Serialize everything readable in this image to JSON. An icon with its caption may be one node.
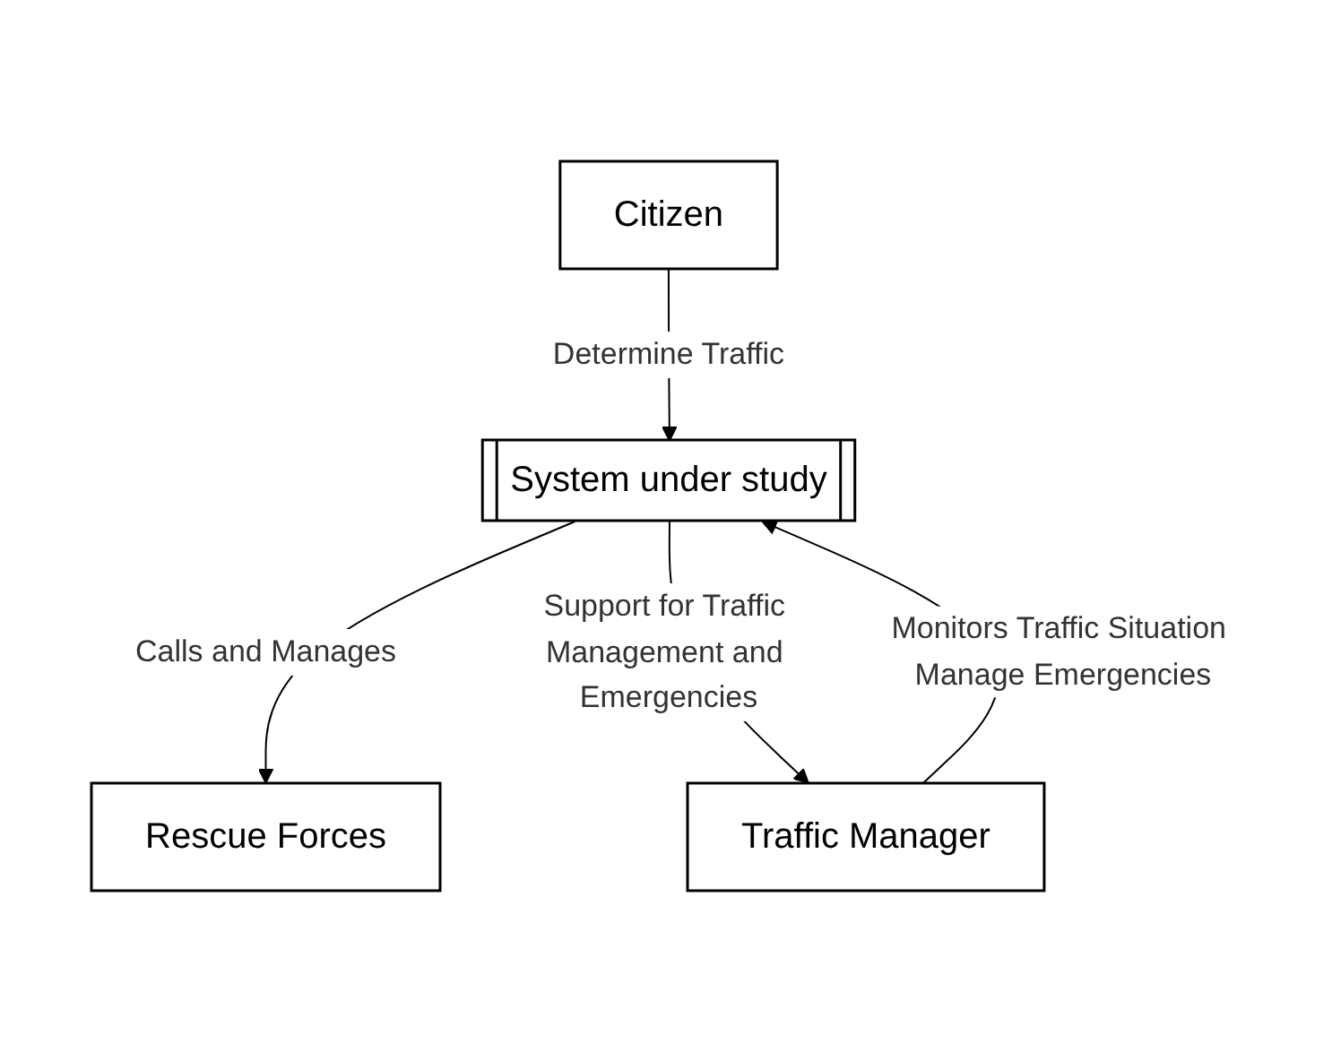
{
  "diagram": {
    "nodes": [
      {
        "text": [
          "Rescue Forces"
        ]
      },
      {
        "text": [
          "Citizen"
        ]
      },
      {
        "text": [
          "System under study"
        ]
      },
      {
        "text": [
          "Traffic Manager"
        ]
      }
    ],
    "edges": [
      {
        "from": 1,
        "to": 2,
        "arrow": "to",
        "label": "Determine Traffic"
      },
      {
        "from": 2,
        "to": 0,
        "arrow": "to",
        "label": "Calls and Manages"
      },
      {
        "from": 2,
        "to": 3,
        "arrow": "to",
        "label": "Support for Traffic Management and Emergencies"
      },
      {
        "from": 3,
        "to": 2,
        "arrow": "to",
        "label": "Monitors Traffic Situation Manage Emergencies"
      }
    ]
  }
}
